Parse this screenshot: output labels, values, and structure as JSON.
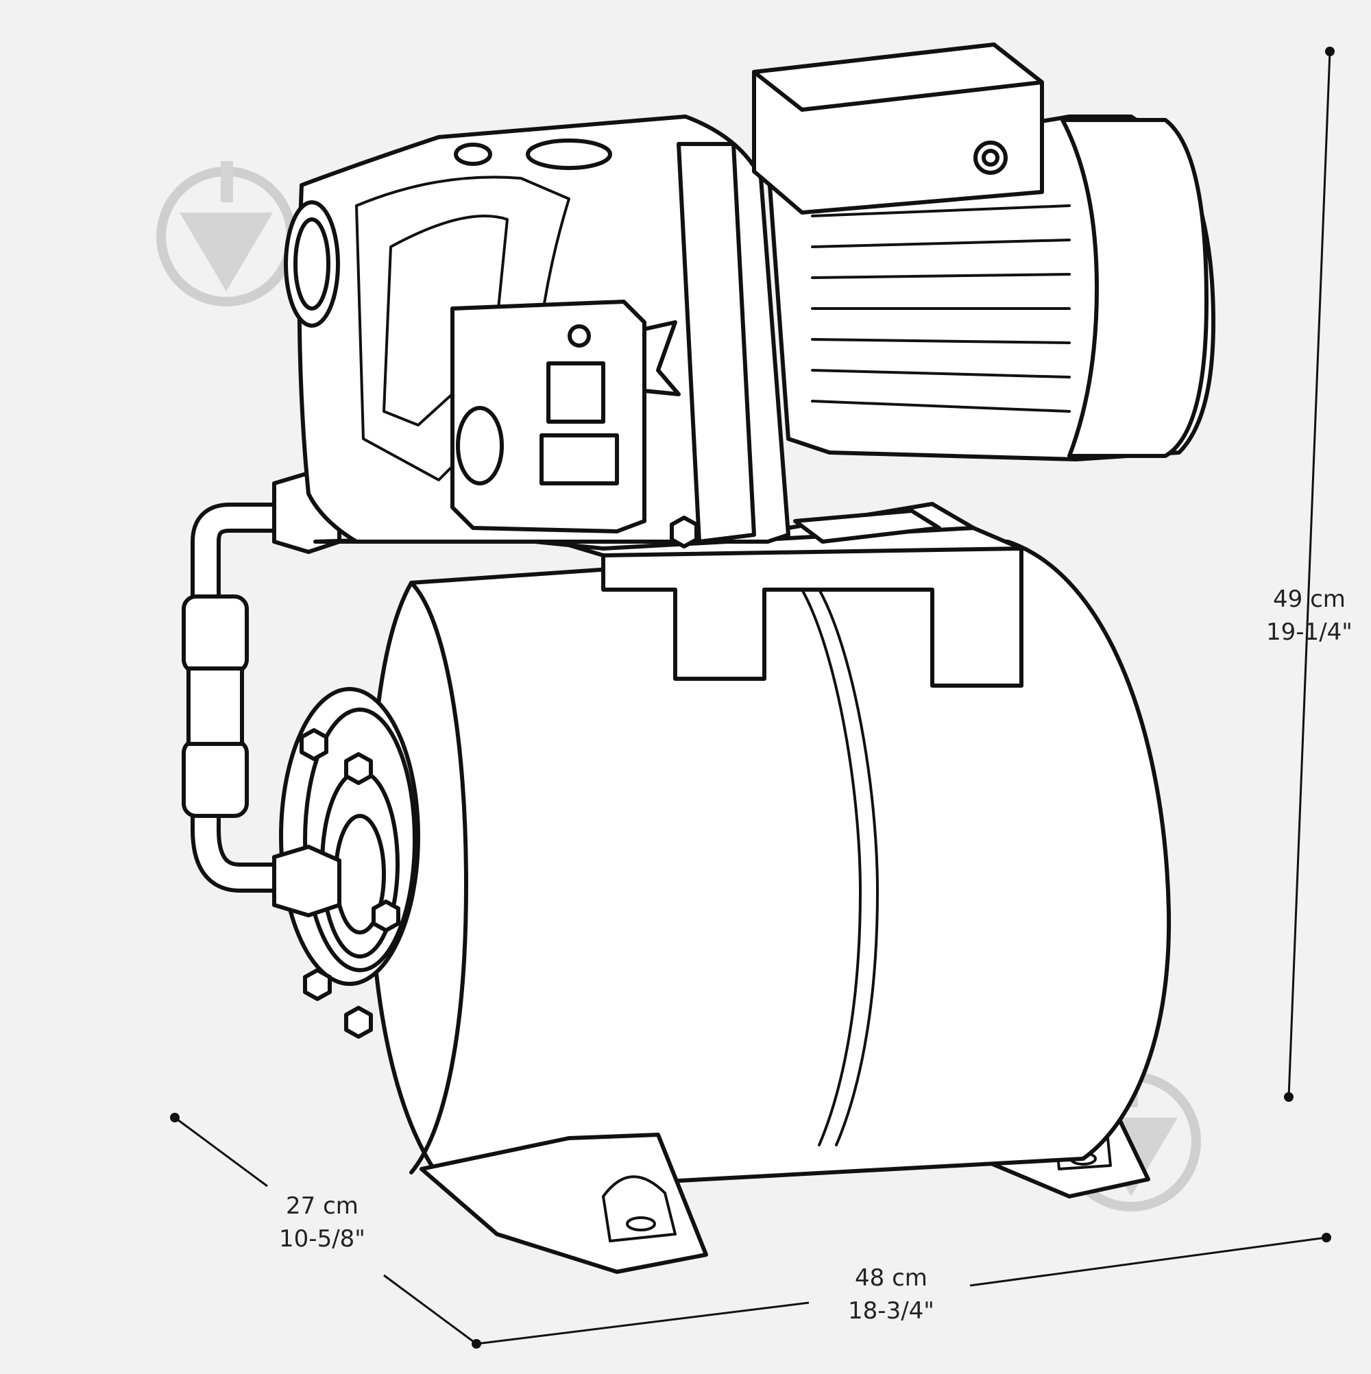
{
  "dimensions": {
    "height": {
      "metric": "49 cm",
      "imperial": "19-1/4\""
    },
    "width": {
      "metric": "48 cm",
      "imperial": "18-3/4\""
    },
    "depth": {
      "metric": "27 cm",
      "imperial": "10-5/8\""
    }
  },
  "watermark_icon": "pin-drop-logo-icon",
  "colors": {
    "ink": "#111111",
    "paper": "#f2f2f2",
    "watermark": "#cfcfcf"
  }
}
